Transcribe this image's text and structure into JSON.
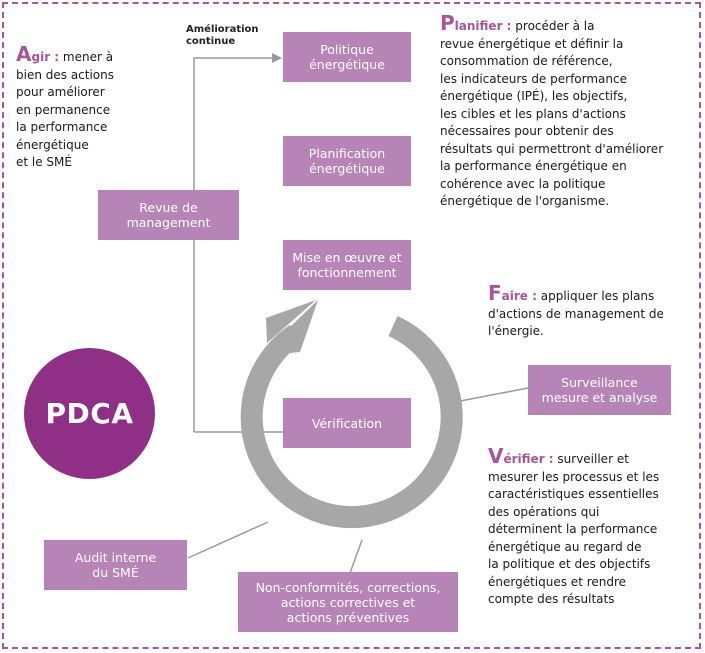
{
  "boxes": {
    "politique": "Politique\nénergétique",
    "planification": "Planification\nénergétique",
    "mise_en_oeuvre": "Mise en œuvre et\nfonctionnement",
    "verification": "Vérification",
    "revue": "Revue de\nmanagement",
    "surveillance": "Surveillance\nmesure et analyse",
    "audit": "Audit interne\ndu SMÉ",
    "non_conformites": "Non-conformités, corrections,\nactions correctives et\nactions préventives"
  },
  "amelioration_label": "Amélioration\ncontinue",
  "center_label": "PDCA",
  "agir": {
    "keyword_cap": "A",
    "keyword_rest": "gir :",
    "text": " mener à\nbien des actions\npour améliorer\nen permanence\nla performance\nénergétique\net le SMÉ"
  },
  "planifier": {
    "keyword_cap": "P",
    "keyword_rest": "lanifier :",
    "text": " procéder à la\nrevue énergétique et définir la\nconsommation de référence,\nles indicateurs de performance\nénergétique (IPÉ), les objectifs,\nles cibles et les plans d'actions\nnécessaires pour obtenir des\nrésultats qui permettront d'améliorer\nla performance énergétique en\ncohérence avec la politique\nénergétique de l'organisme."
  },
  "faire": {
    "keyword_cap": "F",
    "keyword_rest": "aire :",
    "text": " appliquer les plans\nd'actions de management de\nl'énergie."
  },
  "verifier": {
    "keyword_cap": "V",
    "keyword_rest": "érifier :",
    "text": " surveiller et\nmesurer les processus et les\ncaractéristiques essentielles\ndes opérations qui\ndéterminent la performance\nénergétique au regard de\nla politique et des objectifs\nénergétiques et rendre\ncompte des résultats"
  },
  "colors": {
    "box": "#b784b8",
    "accent": "#a8559a",
    "circle": "#8f2f86",
    "arrow": "#a7a7a7"
  }
}
